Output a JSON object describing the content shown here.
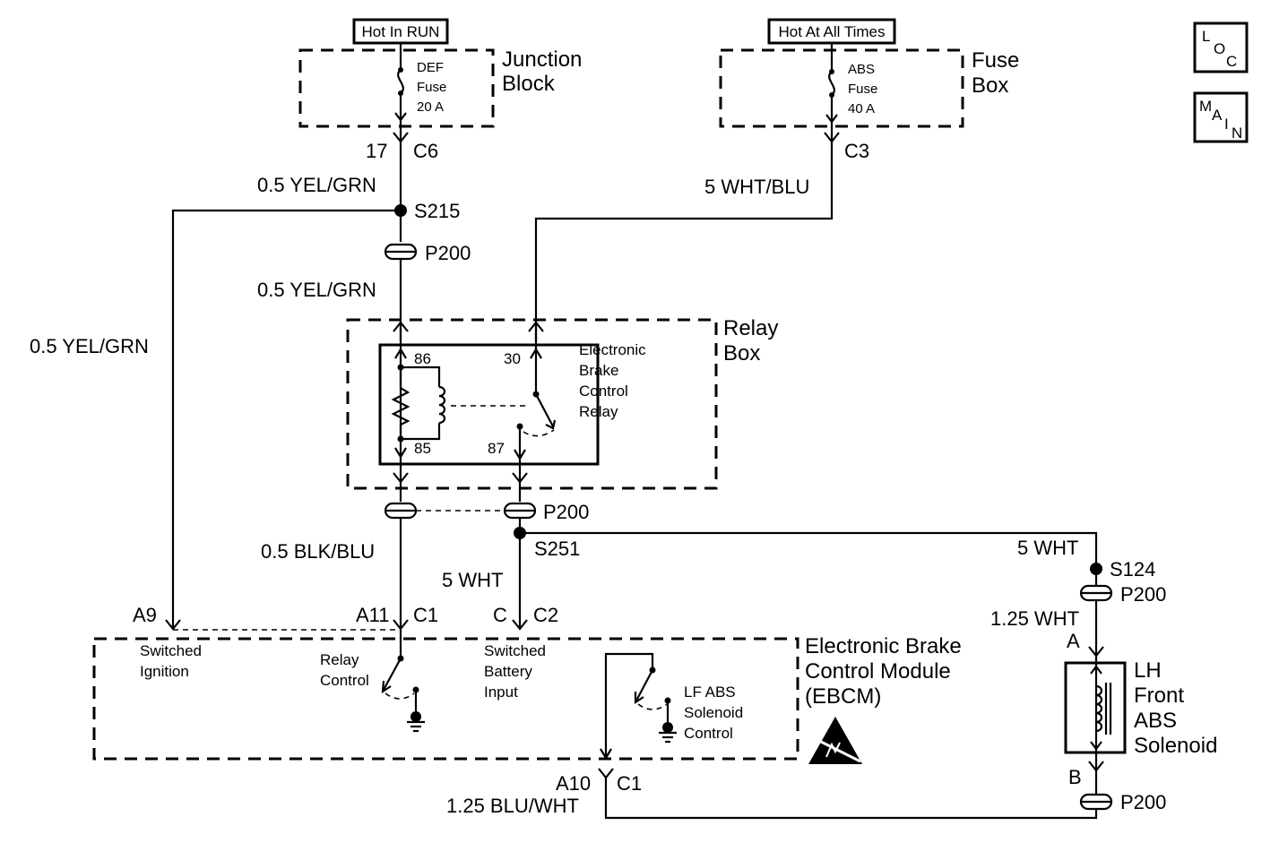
{
  "power": {
    "hot_run": "Hot In RUN",
    "hot_all": "Hot At All Times"
  },
  "junction_block": {
    "line1": "Junction",
    "line2": "Block",
    "fuse_line1": "DEF",
    "fuse_line2": "Fuse",
    "fuse_line3": "20 A",
    "pin": "17",
    "connector": "C6"
  },
  "fuse_box": {
    "line1": "Fuse",
    "line2": "Box",
    "fuse_line1": "ABS",
    "fuse_line2": "Fuse",
    "fuse_line3": "40 A",
    "connector": "C3"
  },
  "badges": {
    "loc": [
      "L",
      "O",
      "C"
    ],
    "main": [
      "M",
      "A",
      "I",
      "N"
    ]
  },
  "wires": {
    "yel_grn_top": "0.5 YEL/GRN",
    "yel_grn_mid": "0.5 YEL/GRN",
    "yel_grn_left": "0.5 YEL/GRN",
    "wht_blu": "5 WHT/BLU",
    "blk_blu": "0.5 BLK/BLU",
    "wht_5_center": "5 WHT",
    "wht_5_right": "5 WHT",
    "wht_125": "1.25 WHT",
    "blu_wht": "1.25 BLU/WHT"
  },
  "splices": {
    "s215": "S215",
    "s251": "S251",
    "s124": "S124"
  },
  "connectors": {
    "p200_top": "P200",
    "p200_mid": "P200",
    "p200_right_top": "P200",
    "p200_right_bottom": "P200"
  },
  "relay_box": {
    "line1": "Relay",
    "line2": "Box",
    "relay_line1": "Electronic",
    "relay_line2": "Brake",
    "relay_line3": "Control",
    "relay_line4": "Relay",
    "pin86": "86",
    "pin85": "85",
    "pin30": "30",
    "pin87": "87"
  },
  "ebcm": {
    "line1": "Electronic Brake",
    "line2": "Control Module",
    "line3": "(EBCM)",
    "pin_a9": "A9",
    "pin_a11": "A11",
    "conn_c1_top": "C1",
    "pin_c": "C",
    "conn_c2": "C2",
    "pin_a10": "A10",
    "conn_c1_bottom": "C1",
    "sw_ign_1": "Switched",
    "sw_ign_2": "Ignition",
    "relay_ctrl_1": "Relay",
    "relay_ctrl_2": "Control",
    "sw_bat_1": "Switched",
    "sw_bat_2": "Battery",
    "sw_bat_3": "Input",
    "lf_1": "LF ABS",
    "lf_2": "Solenoid",
    "lf_3": "Control"
  },
  "solenoid": {
    "line1": "LH",
    "line2": "Front",
    "line3": "ABS",
    "line4": "Solenoid",
    "pin_a": "A",
    "pin_b": "B"
  }
}
